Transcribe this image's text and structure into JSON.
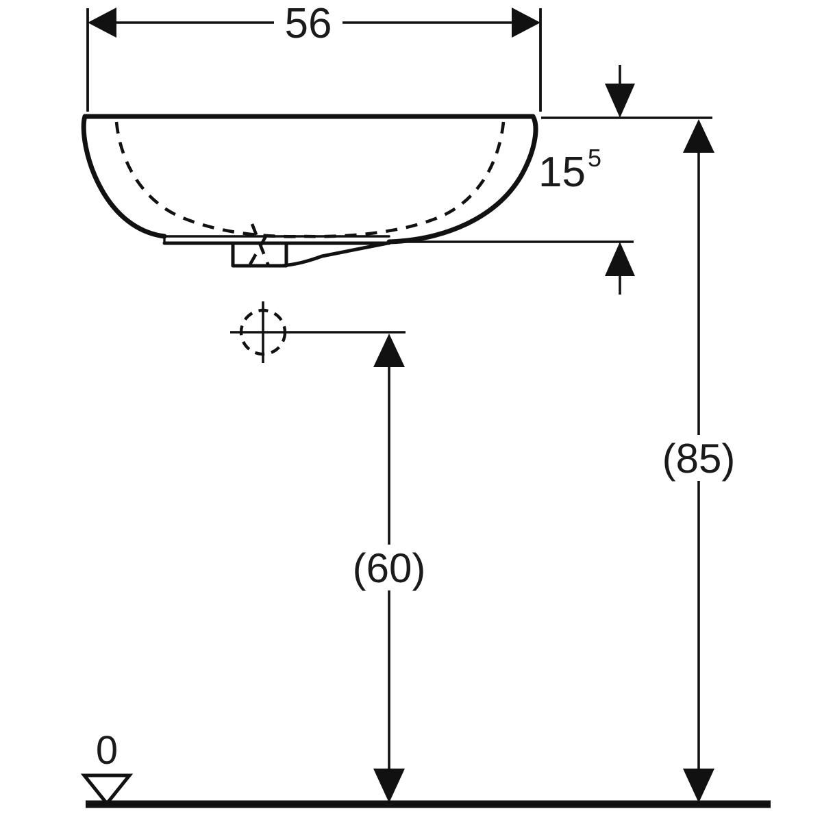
{
  "drawing": {
    "title": "Washbasin side elevation dimensioned drawing",
    "units_note": "cm",
    "background_color": "#ffffff",
    "line_color": "#111111"
  },
  "dimensions": {
    "width": {
      "label": "56",
      "name": "basin-width",
      "orientation": "horizontal",
      "position": "top",
      "value": 56
    },
    "basin_height": {
      "label": "15",
      "superscript": "5",
      "name": "basin-depth",
      "orientation": "vertical",
      "position": "right-upper",
      "value": 15.5
    },
    "drain_height": {
      "label": "(60)",
      "name": "drain-outlet-height",
      "orientation": "vertical",
      "position": "center",
      "value": 60,
      "reference": true
    },
    "rim_height": {
      "label": "(85)",
      "name": "rim-height-from-floor",
      "orientation": "vertical",
      "position": "right",
      "value": 85,
      "reference": true
    },
    "datum": {
      "label": "0",
      "name": "floor-datum",
      "value": 0,
      "symbol": "inverted-triangle"
    }
  },
  "features": {
    "basin_outline": "bowl-profile",
    "hidden_bowl": "inner-bowl-hidden-outline",
    "drain_boss": "waste-outlet-boss",
    "outlet_marker": "dashed-circle-crosshair",
    "floor": "finished-floor-line"
  }
}
